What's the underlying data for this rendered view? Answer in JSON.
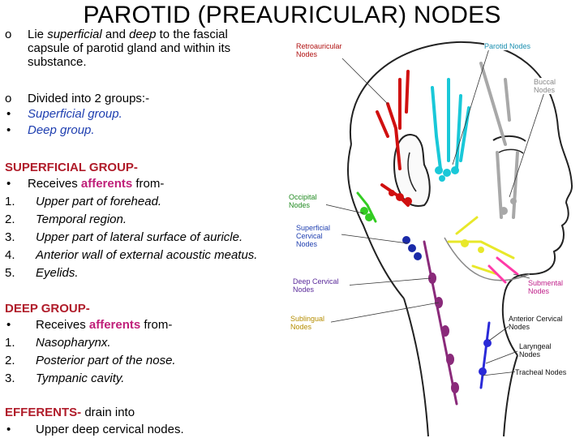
{
  "title": "PAROTID (PREAURICULAR) NODES",
  "intro": {
    "lie": "Lie superficial and deep to the fascial capsule of parotid gland and within its substance.",
    "divided": "Divided into 2 groups:-",
    "groups": [
      "Superficial group.",
      "Deep group."
    ]
  },
  "superficial": {
    "heading": "SUPERFICIAL GROUP-",
    "receives_prefix": "Receives ",
    "afferents_word": "afferents",
    "receives_suffix": " from-",
    "items": [
      "Upper part of forehead.",
      "Temporal region.",
      "Upper part of lateral surface of auricle.",
      "Anterior wall of external acoustic meatus.",
      "Eyelids."
    ]
  },
  "deep": {
    "heading": "DEEP GROUP-",
    "receives_prefix": "Receives ",
    "afferents_word": "afferents",
    "receives_suffix": " from-",
    "items": [
      "Nasopharynx.",
      "Posterior part of the nose.",
      "Tympanic cavity."
    ]
  },
  "efferents": {
    "heading": "EFFERENTS-",
    "text": " drain into",
    "items": [
      "Upper deep cervical nodes."
    ]
  },
  "markers": {
    "circle": "o",
    "bullet": "•",
    "numbers": [
      "1.",
      "2.",
      "3.",
      "4.",
      "5."
    ]
  },
  "diagram_labels": {
    "retroauricular": "Retroauricular Nodes",
    "parotid": "Parotid Nodes",
    "buccal": "Buccal Nodes",
    "occipital": "Occipital Nodes",
    "superficial_cervical": "Superficial Cervical Nodes",
    "deep_cervical": "Deep Cervical Nodes",
    "submental": "Submental Nodes",
    "sublingual": "Sublingual Nodes",
    "anterior_cervical": "Anterior Cervical Nodes",
    "laryngeal": "Laryngeal Nodes",
    "tracheal": "Tracheal Nodes"
  },
  "colors": {
    "retroauricular": "#d01010",
    "parotid": "#19c8d8",
    "buccal": "#a8a8a8",
    "occipital": "#33cc22",
    "superficial_cervical": "#1a2aa8",
    "deep_cervical": "#8a2a7a",
    "submandibular": "#e8e82a",
    "submental": "#ff3aa8",
    "tracheal": "#2a2ad8",
    "accent_red": "#b01c2a",
    "accent_magenta": "#c0207a",
    "accent_blue": "#1f3fb0"
  }
}
